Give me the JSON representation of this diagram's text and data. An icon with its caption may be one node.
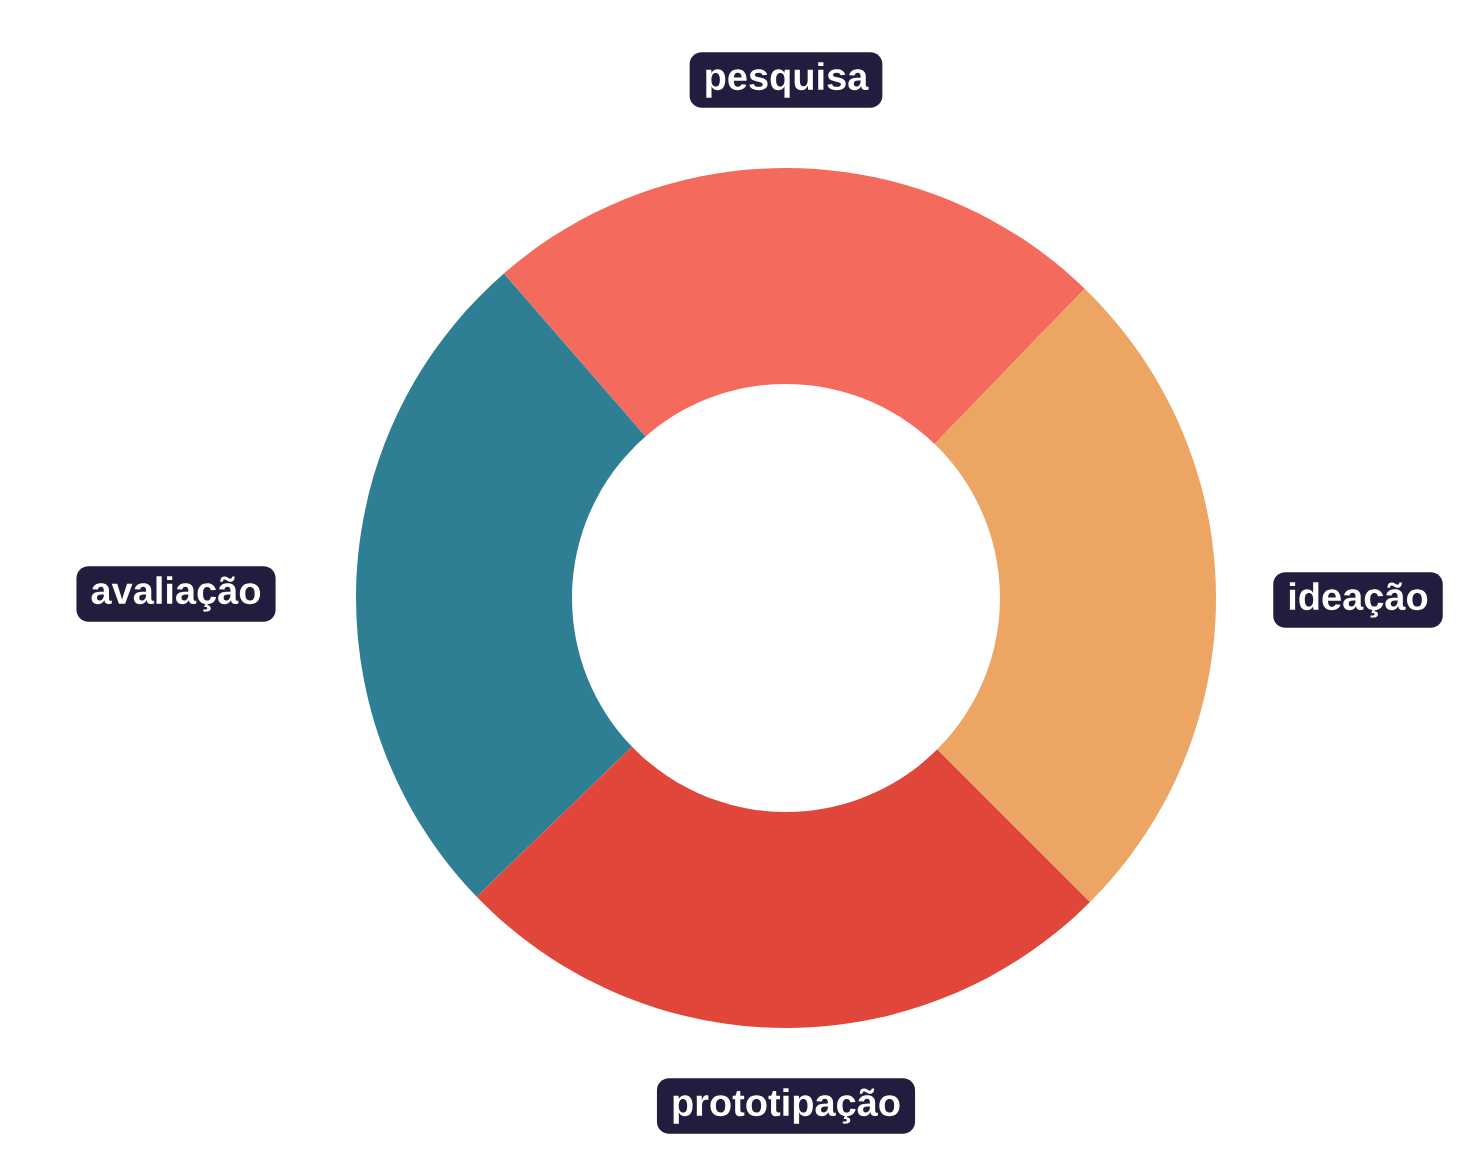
{
  "diagram": {
    "nodes": [
      {
        "text": [
          "pesquisa"
        ]
      },
      {
        "text": [
          "avaliação"
        ]
      },
      {
        "text": [
          "ideação"
        ]
      },
      {
        "text": [
          "prototipação"
        ]
      }
    ]
  }
}
